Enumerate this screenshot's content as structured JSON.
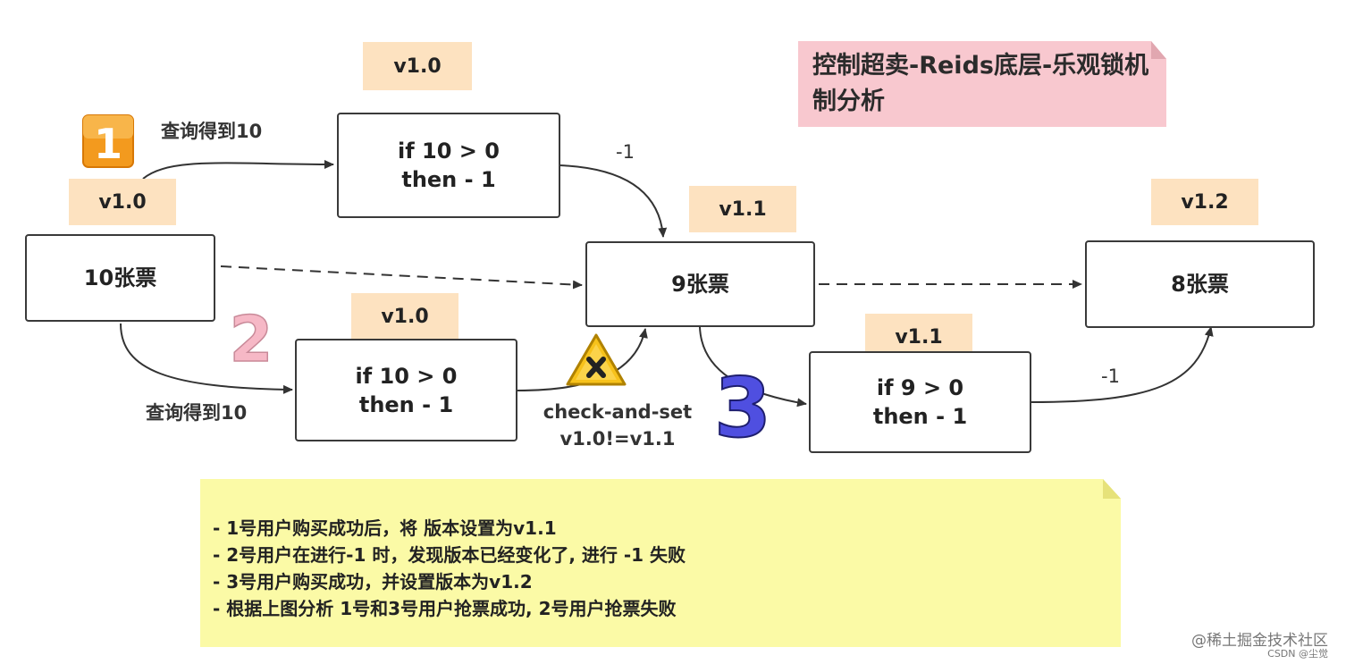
{
  "title": "控制超卖-Reids底层-乐观锁机制分析",
  "stock_nodes": {
    "initial": "10张票",
    "after_first": "9张票",
    "after_third": "8张票"
  },
  "versions": {
    "initial": "v1.0",
    "user1_check": "v1.0",
    "user2_check": "v1.0",
    "after_first": "v1.1",
    "user3_check": "v1.1",
    "after_third": "v1.2"
  },
  "operations": {
    "user1": [
      "if 10 > 0",
      "then - 1"
    ],
    "user2": [
      "if 10 > 0",
      "then - 1"
    ],
    "user3": [
      "if 9 > 0",
      "then - 1"
    ]
  },
  "edge_labels": {
    "user1_query": "查询得到10",
    "user2_query": "查询得到10",
    "user1_decrement": "-1",
    "user3_decrement": "-1",
    "cas_failure": [
      "check-and-set",
      "v1.0!=v1.1"
    ]
  },
  "step_badges": [
    "1",
    "2",
    "3"
  ],
  "summary": [
    "- 1号用户购买成功后，将 版本设置为v1.1",
    "- 2号用户在进行-1 时，发现版本已经变化了, 进行 -1 失败",
    "- 3号用户购买成功，并设置版本为v1.2",
    "- 根据上图分析 1号和3号用户抢票成功, 2号用户抢票失败"
  ],
  "watermark": {
    "line1": "@稀土掘金技术社区",
    "line2": "CSDN @尘觉"
  },
  "colors": {
    "version_tag": "#fde2c0",
    "title_note": "#f8c8cf",
    "summary_note": "#fbfaa6",
    "badge_1": "#f39a1e",
    "badge_2": "#f6b8c6",
    "badge_3": "#4f4fe0",
    "warning_icon": "#f7c21b"
  }
}
